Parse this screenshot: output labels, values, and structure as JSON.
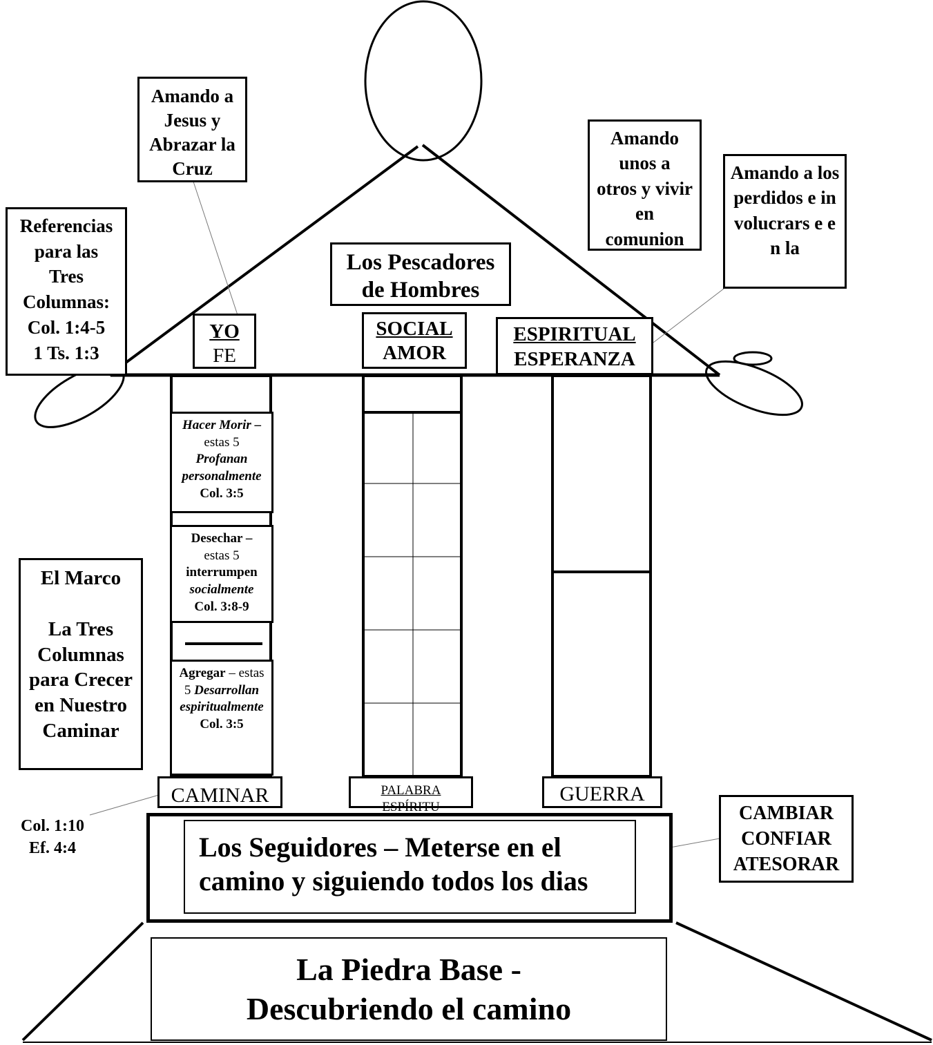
{
  "head_note": {
    "title": "Amando a Jesus y Abrazar la Cruz"
  },
  "right_note_1": "Amando unos a otros y vivir en comunion",
  "right_note_2": "Amando a los perdidos e involucrars e en la",
  "references": {
    "lines": [
      "Referencias",
      "para las",
      "Tres",
      "Columnas:",
      "Col. 1:4-5",
      "1 Ts. 1:3"
    ]
  },
  "roof_title": "Los Pescadores de Hombres",
  "columns": {
    "yo": {
      "top": "YO",
      "bottom": "FE"
    },
    "social": {
      "top": "SOCIAL",
      "bottom": "AMOR"
    },
    "espiritual": {
      "top": "ESPIRITUAL",
      "bottom": "ESPERANZA"
    }
  },
  "yo_boxes": {
    "hacer_morir": {
      "a": "Hacer Morir",
      "b": " –",
      "c": "estas 5",
      "d": "Profanan",
      "e": "personalmente",
      "f": "Col. 3:5"
    },
    "desechar": {
      "a": "Desechar –",
      "b": "estas 5",
      "c": "interrumpen",
      "d": "socialmente",
      "e": "Col. 3:8-9"
    },
    "agregar": {
      "a": "Agregar",
      "b": " – estas",
      "c": "5 ",
      "d": "Desarrollan",
      "e": "espiritualmente",
      "f": "Col. 3:5"
    }
  },
  "el_marco": {
    "title": "El Marco",
    "lines": [
      "La Tres",
      "Columnas",
      "para Crecer",
      "en Nuestro",
      "Caminar"
    ]
  },
  "bases": {
    "caminar": "CAMINAR",
    "palabra": "PALABRA",
    "espiritu": "ESPÍRITU",
    "guerra": "GUERRA"
  },
  "left_refs": [
    "Col. 1:10",
    "Ef. 4:4"
  ],
  "cambiar": [
    "CAMBIAR",
    "CONFIAR",
    "ATESORAR"
  ],
  "seguidores": {
    "line1": "Los Seguidores – Meterse en el",
    "line2": "camino y siguiendo todos los dias"
  },
  "piedra": {
    "line1": "La Piedra Base -",
    "line2": "Descubriendo el camino"
  }
}
